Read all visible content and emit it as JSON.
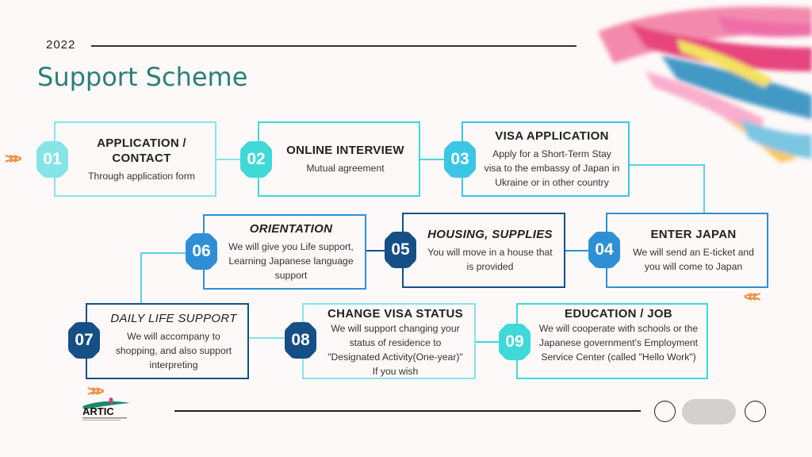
{
  "header": {
    "year": "2022",
    "title": "Support Scheme"
  },
  "steps": [
    {
      "num": "01",
      "title": "APPLICATION / CONTACT",
      "text": "Through application form",
      "color": "#86e4e8"
    },
    {
      "num": "02",
      "title": "ONLINE INTERVIEW",
      "text": "Mutual agreement",
      "color": "#3fd9d8"
    },
    {
      "num": "03",
      "title": "VISA APPLICATION",
      "text": "Apply for a Short-Term Stay visa to the embassy of Japan in Ukraine or in other country",
      "color": "#3cc6e6"
    },
    {
      "num": "04",
      "title": "ENTER JAPAN",
      "text": "We will send an E-ticket and you will come to Japan",
      "color": "#2e8fd6"
    },
    {
      "num": "05",
      "title": "HOUSING, SUPPLIES",
      "text": "You will move in a house that is provided",
      "color": "#154f86"
    },
    {
      "num": "06",
      "title": "ORIENTATION",
      "text": "We will give you Life support, Learning Japanese language support",
      "color": "#2e8fd6"
    },
    {
      "num": "07",
      "title": "DAILY LIFE SUPPORT",
      "text": "We will accompany to shopping, and also support interpreting",
      "color": "#154f86"
    },
    {
      "num": "08",
      "title": "CHANGE VISA STATUS",
      "text": "We will support changing your status of residence to \"Designated Activity(One-year)\" If you wish",
      "color": "#154f86"
    },
    {
      "num": "09",
      "title": "EDUCATION / JOB",
      "text": "We will cooperate with schools or the Japanese government's Employment Service Center (called \"Hello Work\")",
      "color": "#3fd9d8"
    }
  ],
  "logo": {
    "text": "ARTIC"
  },
  "icons": {
    "chevrons": ">>>",
    "chevrons_left": "<<<"
  }
}
